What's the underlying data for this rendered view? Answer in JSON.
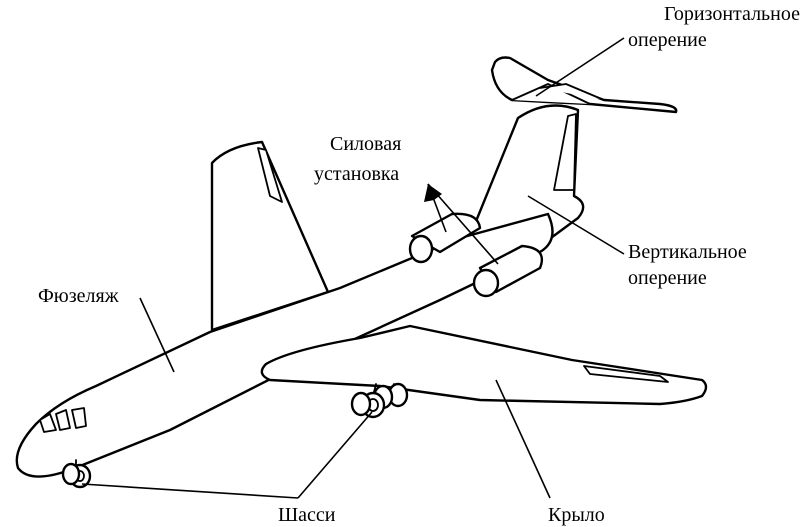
{
  "labels": {
    "horizontal_tail_line1": "Горизонтальное",
    "horizontal_tail_line2": "оперение",
    "powerplant_line1": "Силовая",
    "powerplant_line2": "установка",
    "vertical_tail_line1": "Вертикальное",
    "vertical_tail_line2": "оперение",
    "fuselage": "Фюзеляж",
    "landing_gear": "Шасси",
    "wing": "Крыло"
  },
  "colors": {
    "stroke": "#000000",
    "fill": "#ffffff"
  }
}
